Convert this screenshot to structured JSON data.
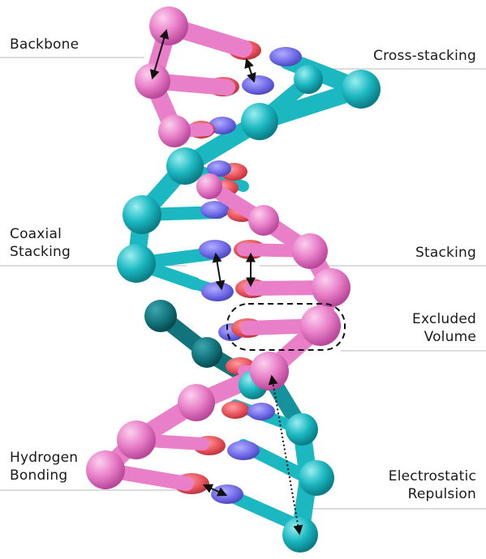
{
  "labels": {
    "backbone": "Backbone",
    "cross_stacking": "Cross-stacking",
    "coaxial_stacking": [
      "Coaxial",
      "Stacking"
    ],
    "stacking": "Stacking",
    "excluded_volume": [
      "Excluded",
      "Volume"
    ],
    "hydrogen_bonding": [
      "Hydrogen",
      "Bonding"
    ],
    "electrostatic_repulsion": [
      "Electrostatic",
      "Repulsion"
    ]
  },
  "colors": {
    "strand_a": "#e97fc8",
    "strand_b": "#1cb8c2",
    "base_red": "#e8525b",
    "base_blue": "#6f6ae6",
    "leader_line": "#b9b9b9",
    "arrow": "#111111"
  }
}
